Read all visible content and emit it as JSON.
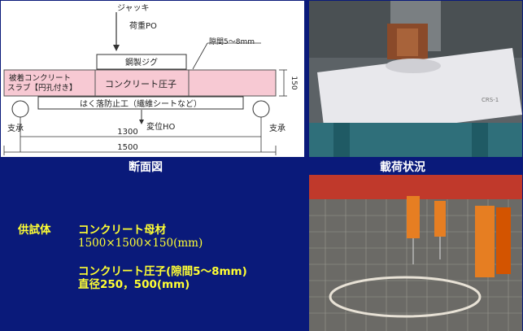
{
  "diagram": {
    "jack": "ジャッキ",
    "load": "荷重PO",
    "gap": "隙間5～8mm",
    "steel_jig": "鋼製ジグ",
    "slab_line1": "被着コンクリート",
    "slab_line2": "スラブ【円孔付き】",
    "indenter": "コンクリート圧子",
    "thickness": "150",
    "prevention": "はく落防止工（繊維シートなど）",
    "support_left": "支承",
    "support_right": "支承",
    "displacement": "変位HO",
    "span": "1300",
    "total": "1500"
  },
  "captions": {
    "diagram": "断面図",
    "loading": "載荷状況"
  },
  "specimen": {
    "label": "供試体",
    "base_title": "コンクリート母材",
    "base_dims": "1500×1500×150(mm)",
    "indenter_title": "コンクリート圧子(隙間5～8mm)",
    "indenter_dims": "直径250，500(mm)"
  },
  "photo_top": {
    "plate_mark": "CRS-1"
  },
  "colors": {
    "background": "#0a1a7a",
    "slab_fill": "#f7c9d3",
    "spec_text": "#ffff33",
    "caption_text": "#ffffff"
  }
}
